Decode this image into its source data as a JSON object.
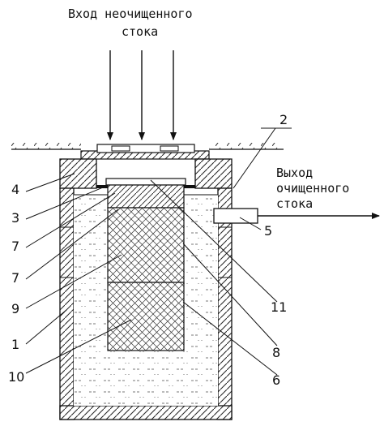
{
  "title": {
    "inlet_line1": "Вход неочищенного",
    "inlet_line2": "стока",
    "outlet_line1": "Выход",
    "outlet_line2": "очищенного",
    "outlet_line3": "стока"
  },
  "callouts": {
    "n1": "1",
    "n2": "2",
    "n3": "3",
    "n4": "4",
    "n5": "5",
    "n6": "6",
    "n7a": "7",
    "n7b": "7",
    "n8": "8",
    "n9": "9",
    "n10": "10",
    "n11": "11"
  }
}
